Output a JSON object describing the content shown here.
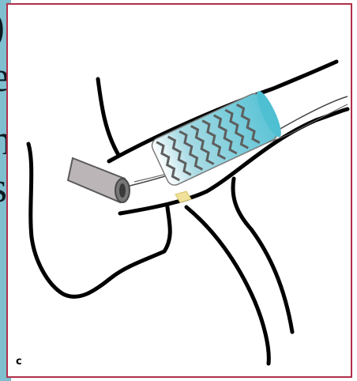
{
  "figure": {
    "panel_label": "c"
  },
  "colors": {
    "frame_border": "#b0304a",
    "side_strip": "#7fbfd0",
    "stent_fill": "#6ec8d8",
    "stent_mesh": "#6b6b6b",
    "catheter": "#b9b3b6",
    "guide_wire": "#e8dca0",
    "outline": "#000000"
  },
  "icons": [
    "stent-graft",
    "catheter-sheath",
    "artery-outline"
  ]
}
